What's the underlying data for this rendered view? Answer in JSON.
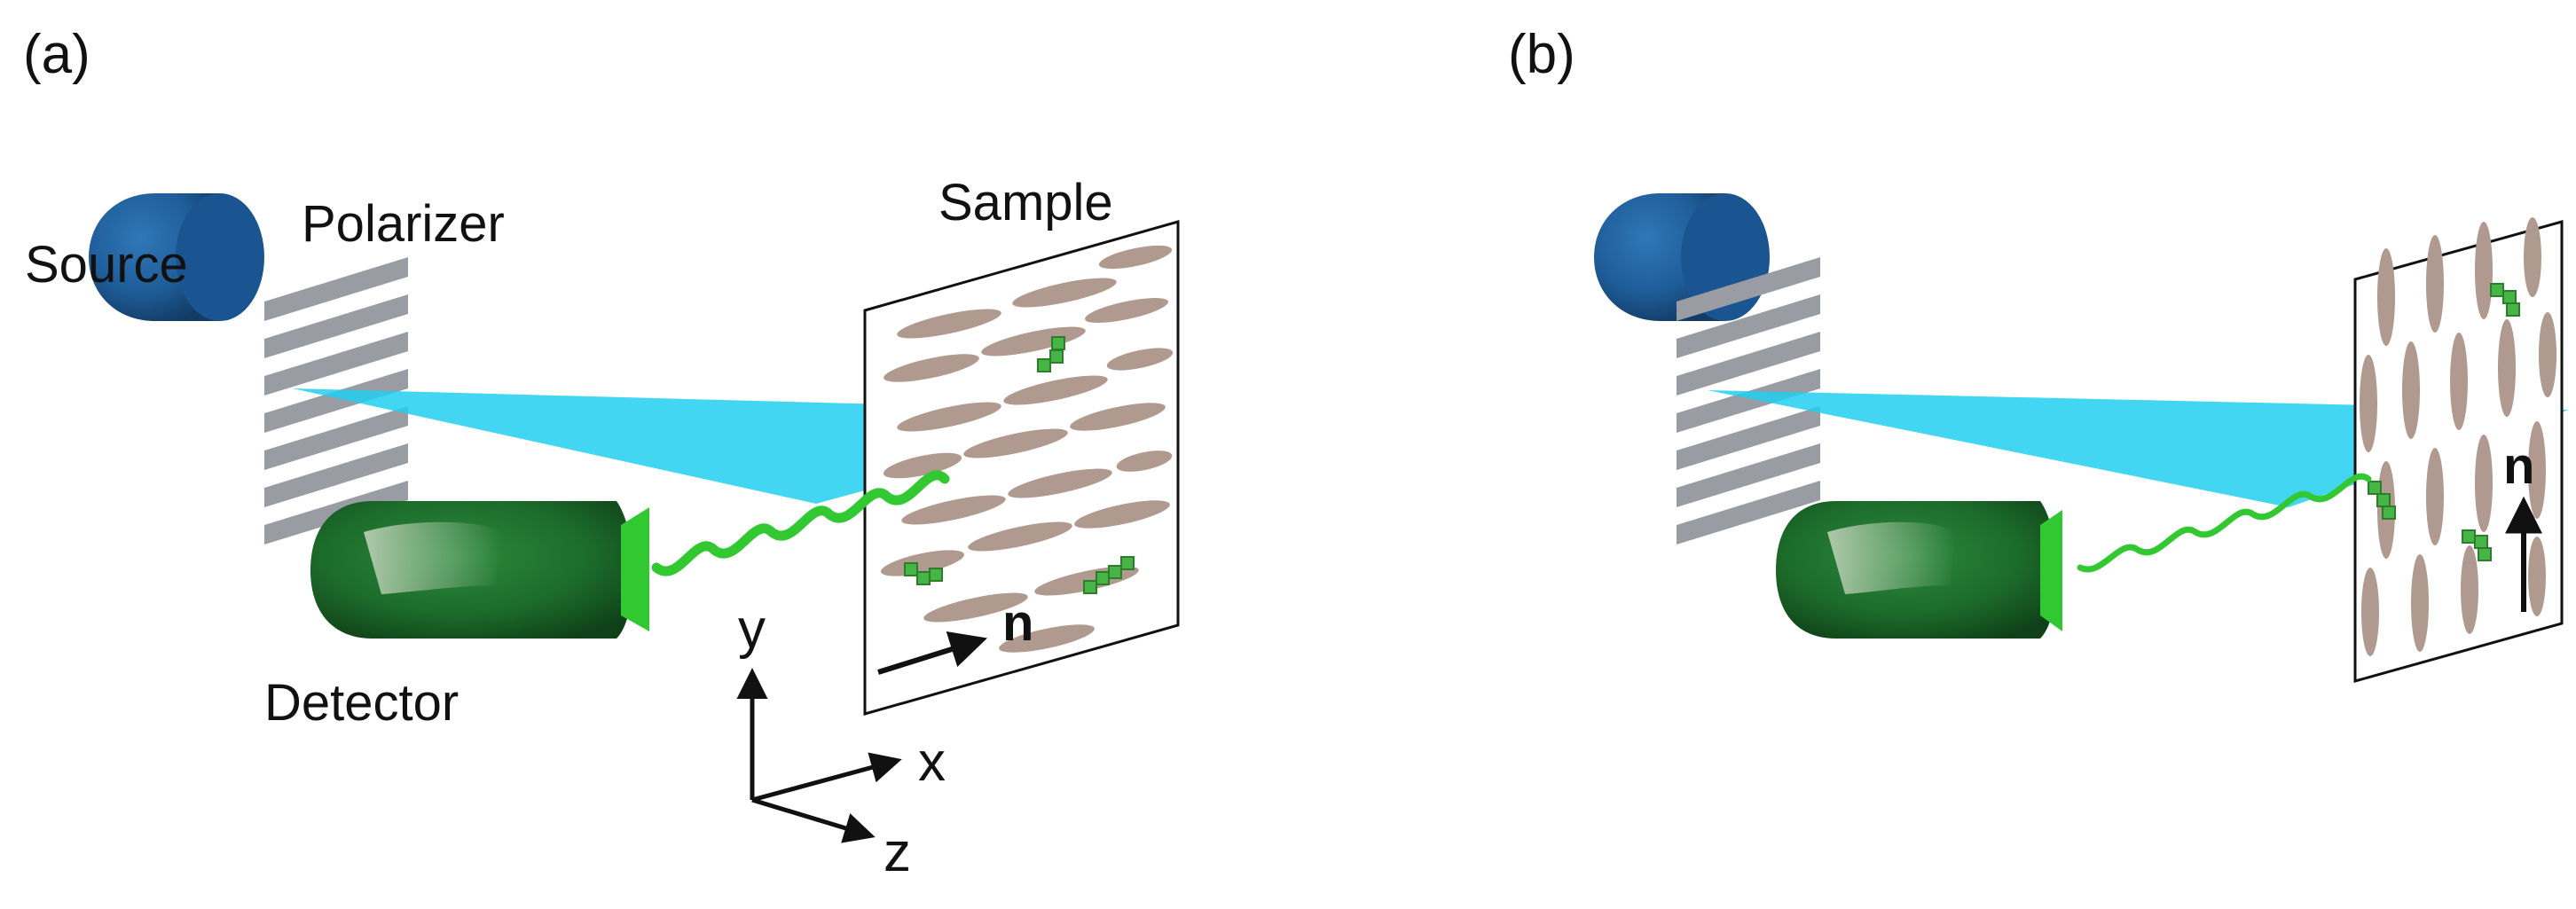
{
  "panels": [
    {
      "label": "(a)",
      "components": {
        "source": "Source",
        "polarizer": "Polarizer",
        "sample": "Sample",
        "detector": "Detector"
      },
      "director": "n",
      "axes": {
        "x": "x",
        "y": "y",
        "z": "z"
      }
    },
    {
      "label": "(b)",
      "director": "n"
    }
  ],
  "colors": {
    "source": "#1f5d99",
    "detector": "#1c6b2a",
    "beam": "#22cff0",
    "emission": "#32c832",
    "molecule": "#b09a8f",
    "polarizer": "#9a9ca3",
    "fluorophore": "#45b545"
  }
}
